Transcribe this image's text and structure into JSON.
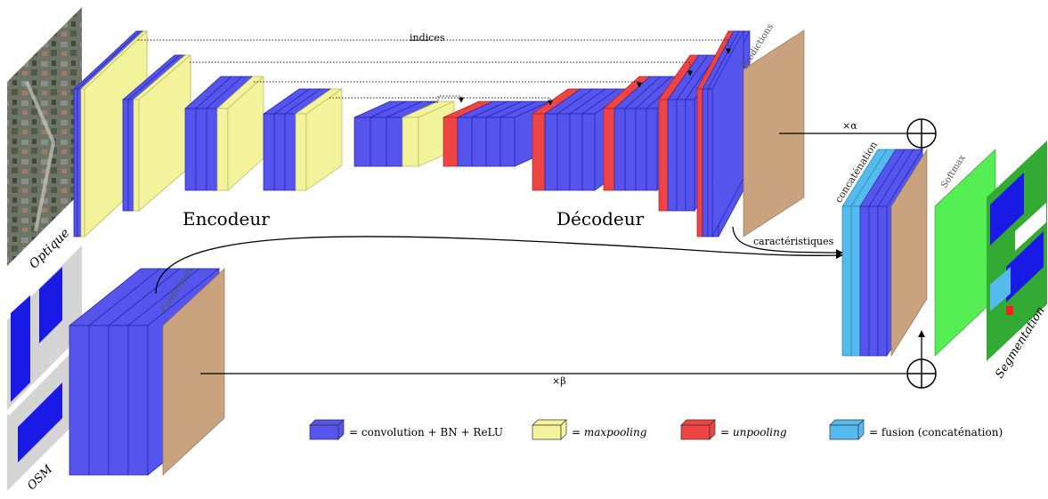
{
  "labels": {
    "indices": "indices",
    "encoder": "Encodeur",
    "decoder": "Décodeur",
    "optical": "Optique",
    "osm": "OSM",
    "predictions_top": "Prédictions",
    "predictions_bottom": "Prédictions",
    "features": "caractéristiques",
    "concat": "concaténation",
    "softmax": "Softmax",
    "segmentation": "Segmentation",
    "alpha": "×α",
    "beta": "×β"
  },
  "legend": [
    {
      "color": "#5555ee",
      "text": "= convolution + BN + ReLU",
      "italic": false
    },
    {
      "color": "#f3f39b",
      "text": "= maxpooling",
      "italic": true
    },
    {
      "color": "#ee4444",
      "text": "= unpooling",
      "italic": true
    },
    {
      "color": "#55bbee",
      "text": "= fusion (concaténation)",
      "italic": false
    }
  ],
  "colors": {
    "conv": "#5555ee",
    "maxpool": "#f3f39b",
    "unpool": "#ee4444",
    "fusion": "#55bbee",
    "prediction": "#c9a27e",
    "softmax": "#55ee55"
  }
}
